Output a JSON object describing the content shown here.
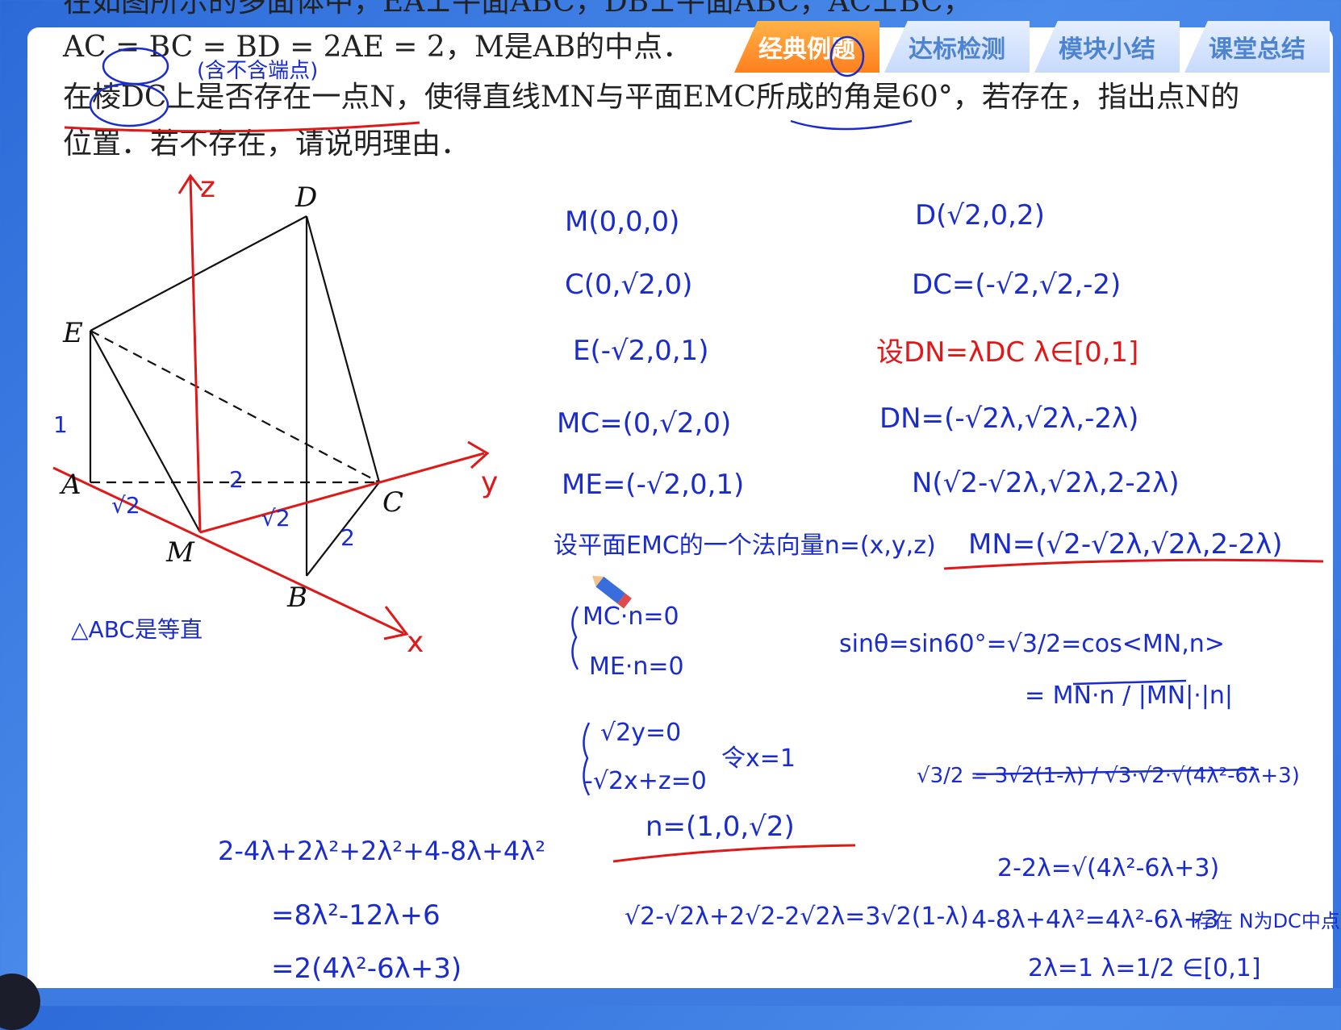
{
  "tabs": [
    {
      "label": "经典例题",
      "active": true
    },
    {
      "label": "达标检测",
      "active": false
    },
    {
      "label": "模块小结",
      "active": false
    },
    {
      "label": "课堂总结",
      "active": false
    }
  ],
  "problem": {
    "line0": "在如图所示的多面体中，EA⊥平面ABC，DB⊥平面ABC，AC⊥BC，",
    "line1": "AC = BC = BD = 2AE = 2，M是AB的中点．",
    "line2": "在棱DC上是否存在一点N，使得直线MN与平面EMC所成的角是60°，若存在，指出点N的",
    "line3": "位置．若不存在，请说明理由．"
  },
  "figure": {
    "labels": {
      "D": "D",
      "E": "E",
      "A": "A",
      "C": "C",
      "M": "M",
      "B": "B",
      "z": "z",
      "y": "y",
      "x": "x"
    },
    "annotations": {
      "ae": "1",
      "am": "√2",
      "mc_top": "2",
      "mc": "√2",
      "cb": "2",
      "note_abc": "△ABC是等直",
      "note_bracket": "(含不含端点)"
    }
  },
  "handwriting": {
    "blue_lines": [
      "M(0,0,0)",
      "C(0,√2,0)",
      "E(-√2,0,1)",
      "MC=(0,√2,0)",
      "ME=(-√2,0,1)",
      "设平面EMC的一个法向量n=(x,y,z)",
      "MC·n=0",
      "ME·n=0",
      "√2y=0",
      "-√2x+z=0",
      "令x=1",
      "n=(1,0,√2)",
      "D(√2,0,2)",
      "DC=(-√2,√2,-2)",
      "DN=(-√2λ,√2λ,-2λ)",
      "N(√2-√2λ,√2λ,2-2λ)",
      "MN=(√2-√2λ,√2λ,2-2λ)",
      "sinθ=sin60°=√3/2=cos<MN,n>",
      "= MN·n / |MN|·|n|",
      "√3/2 = 3√2(1-λ) / √3·√2·√(4λ²-6λ+3)",
      "2-2λ=√(4λ²-6λ+3)",
      "4-8λ+4λ²=4λ²-6λ+3",
      "2λ=1    λ=1/2 ∈[0,1]",
      "存在 N为DC中点",
      "2-4λ+2λ²+2λ²+4-8λ+4λ²",
      "=8λ²-12λ+6",
      "=2(4λ²-6λ+3)",
      "√2-√2λ+2√2-2√2λ=3√2(1-λ)"
    ],
    "red_lines": [
      "设DN=λDC   λ∈[0,1]"
    ]
  },
  "colors": {
    "accent": "#ff8a24",
    "ink_blue": "#1a2ccc",
    "ink_red": "#e01818",
    "frame": "#3e7be0"
  }
}
